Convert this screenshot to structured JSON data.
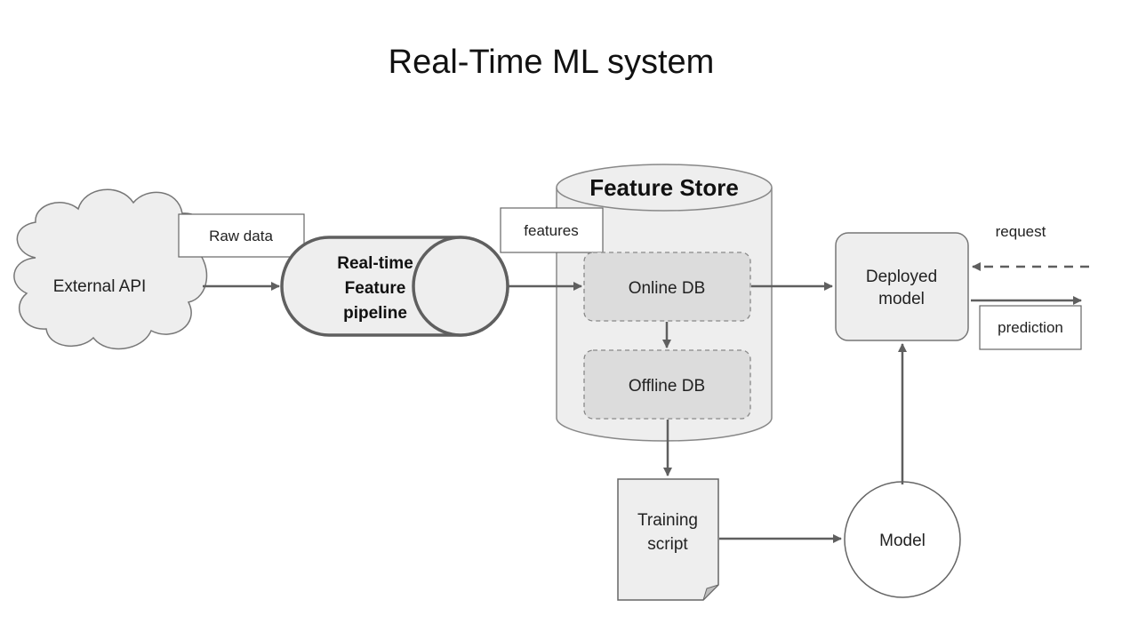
{
  "title": "Real-Time ML system",
  "nodes": {
    "external_api": {
      "label": "External API",
      "shape": "cloud"
    },
    "pipeline": {
      "lines": [
        "Real-time",
        "Feature",
        "pipeline"
      ],
      "shape": "horizontal-cylinder"
    },
    "feature_store": {
      "label": "Feature Store",
      "shape": "cylinder"
    },
    "online_db": {
      "label": "Online DB",
      "shape": "dashed-rounded-rect"
    },
    "offline_db": {
      "label": "Offline DB",
      "shape": "dashed-rounded-rect"
    },
    "deployed_model": {
      "lines": [
        "Deployed",
        "model"
      ],
      "shape": "rounded-rect"
    },
    "training_script": {
      "lines": [
        "Training",
        "script"
      ],
      "shape": "document"
    },
    "model": {
      "label": "Model",
      "shape": "circle"
    }
  },
  "edge_labels": {
    "raw_data": "Raw data",
    "features": "features",
    "request": "request",
    "prediction": "prediction"
  },
  "edges": [
    {
      "from": "External API",
      "to": "Real-time Feature pipeline",
      "label": "Raw data",
      "style": "solid"
    },
    {
      "from": "Real-time Feature pipeline",
      "to": "Online DB",
      "label": "features",
      "style": "solid"
    },
    {
      "from": "Online DB",
      "to": "Offline DB",
      "style": "solid"
    },
    {
      "from": "Online DB",
      "to": "Deployed model",
      "style": "solid"
    },
    {
      "from": "Offline DB",
      "to": "Training script",
      "style": "solid"
    },
    {
      "from": "Training script",
      "to": "Model",
      "style": "solid"
    },
    {
      "from": "Model",
      "to": "Deployed model",
      "style": "solid"
    },
    {
      "from": "external",
      "to": "Deployed model",
      "label": "request",
      "style": "dashed"
    },
    {
      "from": "Deployed model",
      "to": "external",
      "label": "prediction",
      "style": "solid"
    }
  ],
  "colors": {
    "shape_fill": "#eeeeee",
    "inner_fill": "#dcdcdc",
    "stroke": "#666666",
    "arrow": "#5f5f5f"
  }
}
